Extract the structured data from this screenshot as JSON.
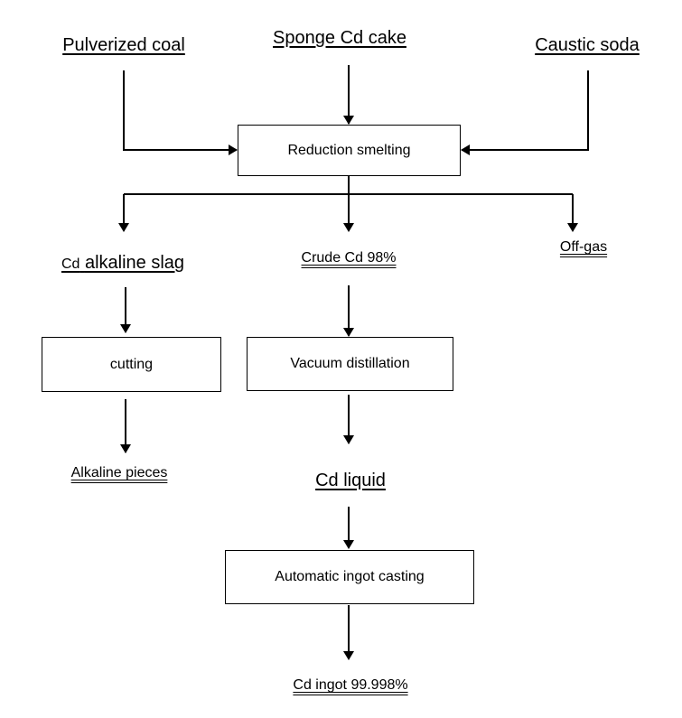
{
  "inputs": {
    "pulverized_coal": "Pulverized coal",
    "sponge_cake": "Sponge Cd cake",
    "caustic_soda": "Caustic soda"
  },
  "processes": {
    "reduction_smelting": "Reduction smelting",
    "cutting": "cutting",
    "vacuum_distillation": "Vacuum distillation",
    "ingot_casting": "Automatic ingot casting"
  },
  "products": {
    "alkaline_slag_prefix": "Cd",
    "alkaline_slag": "alkaline slag",
    "crude_cd": "Crude Cd 98%",
    "off_gas": "Off-gas",
    "alkaline_pieces": "Alkaline pieces",
    "cd_liquid": "Cd liquid",
    "cd_ingot": "Cd ingot 99.998%"
  }
}
